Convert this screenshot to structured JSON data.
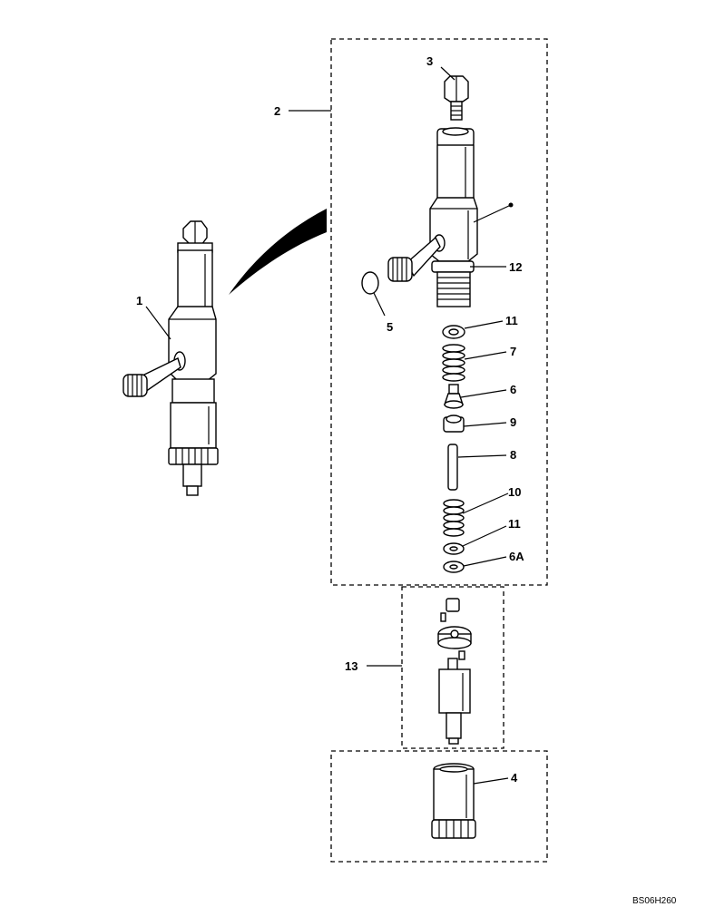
{
  "title": "",
  "reference_code": "BS06H260",
  "callouts": [
    "1",
    "2",
    "3",
    "4",
    "5",
    "6",
    "6A",
    "7",
    "8",
    "9",
    "10",
    "11",
    "11",
    "12",
    "13"
  ]
}
